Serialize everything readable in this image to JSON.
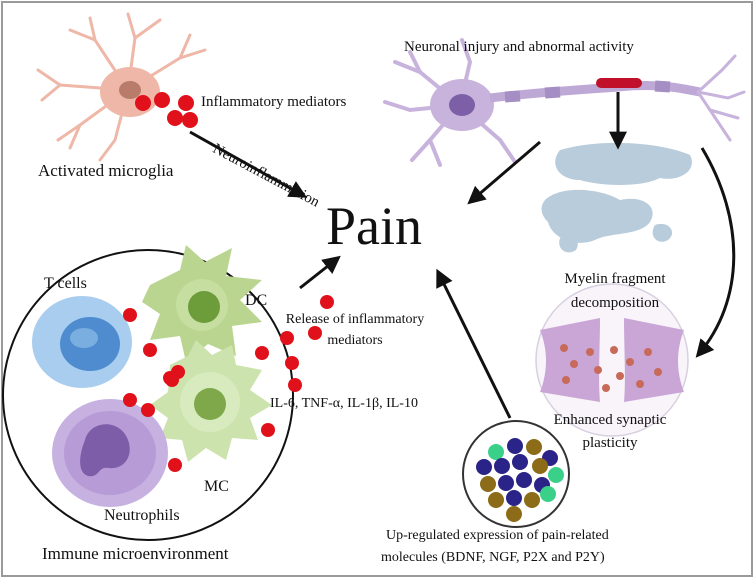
{
  "center_label": "Pain",
  "labels": {
    "neuronal_injury": "Neuronal injury and abnormal activity",
    "inflammatory_mediators": "Inflammatory mediators",
    "neuroinflammation": "Neuroinflammation",
    "activated_microglia": "Activated microglia",
    "myelin_line1": "Myelin fragment",
    "myelin_line2": "decomposition",
    "synaptic_line1": "Enhanced synaptic",
    "synaptic_line2": "plasticity",
    "upregulated_line1": "Up-regulated expression of pain-related",
    "upregulated_line2": "molecules (BDNF, NGF, P2X and P2Y)",
    "t_cells": "T cells",
    "dc": "DC",
    "release_line1": "Release of inflammatory",
    "release_line2": "mediators",
    "cytokines": "IL-6, TNF-α, IL-1β, IL-10",
    "mc": "MC",
    "neutrophils": "Neutrophils",
    "immune_microenvironment": "Immune microenvironment"
  },
  "colors": {
    "mediator_dot": "#e0111b",
    "arrow": "#111111",
    "microglia": "#efb7a8",
    "neuron": "#c8b3dc",
    "injury_mark": "#c0102a",
    "myelin": "#b9ccdb",
    "synapse": "#c9a6d6",
    "t_cell": "#a9cdef",
    "dendritic_cell": "#b9d58f",
    "mast_cell": "#cde3ad",
    "neutrophil": "#c7b1e0",
    "molecule_navy": "#2a2388",
    "molecule_olive": "#8c6c18",
    "molecule_green": "#3ad08a"
  }
}
